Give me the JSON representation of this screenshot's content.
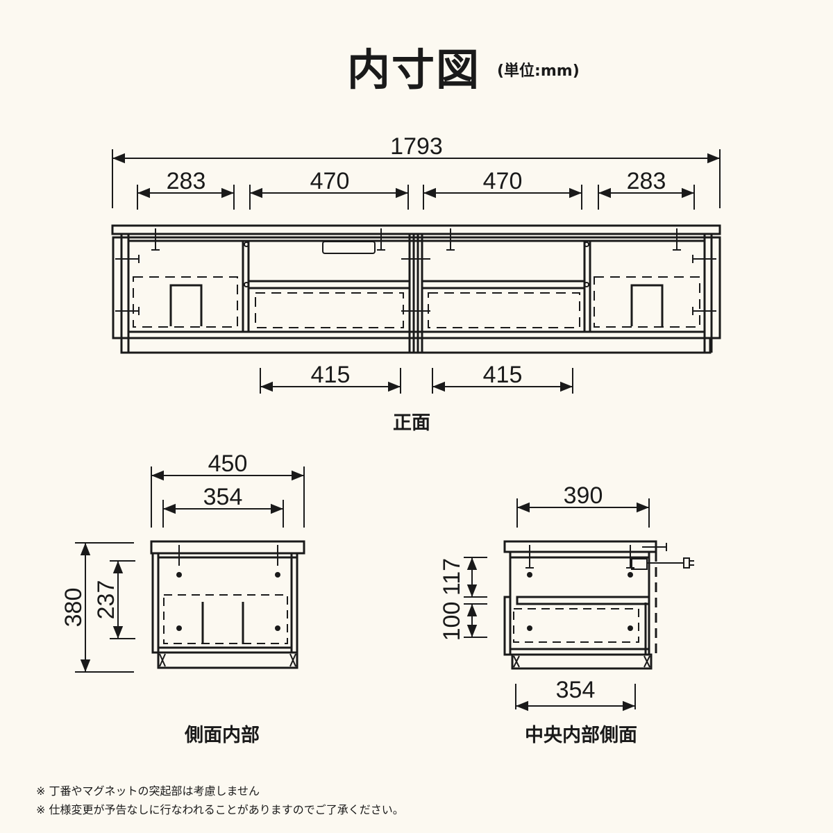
{
  "title": "内寸図",
  "unit": "(単位:mm)",
  "front": {
    "label": "正面",
    "overall_width": "1793",
    "outer_left": "283",
    "inner_left": "470",
    "inner_right": "470",
    "outer_right": "283",
    "shelf_left": "415",
    "shelf_right": "415"
  },
  "side": {
    "label": "側面内部",
    "depth": "450",
    "inner_depth": "354",
    "height": "380",
    "inner_height": "237"
  },
  "center_side": {
    "label": "中央内部側面",
    "depth": "390",
    "inner_depth": "354",
    "upper_height": "117",
    "lower_height": "100"
  },
  "notes": [
    "※ 丁番やマグネットの突起部は考慮しません",
    "※ 仕様変更が予告なしに行なわれることがありますのでご了承ください。"
  ]
}
